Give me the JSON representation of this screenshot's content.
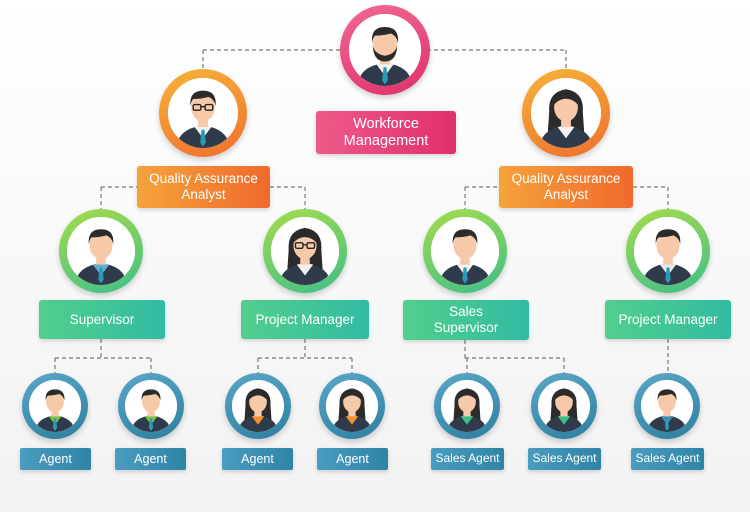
{
  "colors": {
    "top": "#e93f77",
    "second": "#f08a2a",
    "third": "#3ec391",
    "leaf": "#3d8fb2",
    "connector": "#7a7a7a"
  },
  "nodes": [
    {
      "id": "wm",
      "level": "top",
      "label": "Workforce\nManagement",
      "avatar": "bearded-man-icon",
      "parent": null
    },
    {
      "id": "qa1",
      "level": "second",
      "label": "Quality Assurance\nAnalyst",
      "avatar": "man-with-glasses-icon",
      "parent": "wm"
    },
    {
      "id": "qa2",
      "level": "second",
      "label": "Quality Assurance\nAnalyst",
      "avatar": "woman-icon",
      "parent": "wm"
    },
    {
      "id": "sup",
      "level": "third",
      "label": "Supervisor",
      "avatar": "man-icon",
      "parent": "qa1"
    },
    {
      "id": "pm1",
      "level": "third",
      "label": "Project Manager",
      "avatar": "woman-with-glasses-icon",
      "parent": "qa1"
    },
    {
      "id": "ss",
      "level": "third",
      "label": "Sales\nSupervisor",
      "avatar": "man-icon",
      "parent": "qa2"
    },
    {
      "id": "pm2",
      "level": "third",
      "label": "Project Manager",
      "avatar": "man-icon",
      "parent": "qa2"
    },
    {
      "id": "a1",
      "level": "leaf",
      "label": "Agent",
      "avatar": "man-icon",
      "parent": "sup"
    },
    {
      "id": "a2",
      "level": "leaf",
      "label": "Agent",
      "avatar": "man-icon",
      "parent": "sup"
    },
    {
      "id": "a3",
      "level": "leaf",
      "label": "Agent",
      "avatar": "woman-icon",
      "parent": "pm1"
    },
    {
      "id": "a4",
      "level": "leaf",
      "label": "Agent",
      "avatar": "woman-icon",
      "parent": "pm1"
    },
    {
      "id": "sa1",
      "level": "leaf",
      "label": "Sales Agent",
      "avatar": "woman-icon",
      "parent": "ss"
    },
    {
      "id": "sa2",
      "level": "leaf",
      "label": "Sales Agent",
      "avatar": "woman-icon",
      "parent": "ss"
    },
    {
      "id": "sa3",
      "level": "leaf",
      "label": "Sales Agent",
      "avatar": "man-icon",
      "parent": "pm2"
    }
  ]
}
